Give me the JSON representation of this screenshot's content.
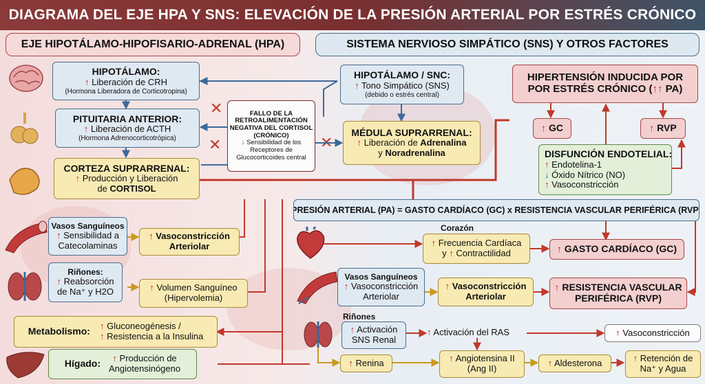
{
  "title": "DIAGRAMA DEL EJE HPA Y SNS: ELEVACIÓN DE LA PRESIÓN ARTERIAL POR ESTRÉS CRÓNICO",
  "hpa": {
    "header": "EJE HIPOTÁLAMO-HIPOFISARIO-ADRENAL (HPA)",
    "hipotalamo": {
      "title": "HIPOTÁLAMO:",
      "line1": "Liberación de CRH",
      "line2": "(Hormona Liberadora de Corticotropina)"
    },
    "pituitaria": {
      "title": "PITUITARIA ANTERIOR:",
      "line1": "Liberación de ACTH",
      "line2": "(Hormona Adrenocorticotrópica)"
    },
    "corteza": {
      "title": "CORTEZA SUPRARRENAL:",
      "line1": "Producción y Liberación",
      "line2a": "de ",
      "line2b": "CORTISOL"
    },
    "fallo": {
      "l1": "FALLO DE LA",
      "l2": "RETROALIMENTACIÓN",
      "l3": "NEGATIVA DEL CORTISOL",
      "l4": "(CRÓNICO)",
      "l5": "Sensibilidad de los",
      "l6": "Receptores de",
      "l7": "Glucocorticoides central"
    },
    "vasos": {
      "title": "Vasos Sanguíneos",
      "l1": "Sensibilidad a",
      "l2": "Catecolaminas"
    },
    "vaso_result": {
      "l1": "Vasoconstricción",
      "l2": "Arteriolar"
    },
    "rinones": {
      "title": "Riñones:",
      "l1": "Reabsorción",
      "l2": "de Na⁺ y H2O"
    },
    "volumen": {
      "l1": "Volumen Sanguíneo",
      "l2": "(Hipervolemia)"
    },
    "metab": {
      "title": "Metabolismo:",
      "l1": "Gluconeogénesis /",
      "l2": "Resistencia a la Insulina"
    },
    "higado": {
      "title": "Hígado:",
      "l1": "Producción de",
      "l2": "Angiotensinógeno"
    }
  },
  "sns": {
    "header": "SISTEMA NERVIOSO SIMPÁTICO (SNS) Y OTROS FACTORES",
    "hipo_snc": {
      "title": "HIPOTÁLAMO / SNC:",
      "l1": "Tono Simpático (SNS)",
      "l2": "(debido o estrés central)"
    },
    "medula": {
      "title": "MÉDULA SUPRARRENAL:",
      "l1a": "Liberación de ",
      "l1b": "Adrenalina",
      "l2a": "y ",
      "l2b": "Noradrenalina"
    },
    "hip_box": {
      "l1": "HIPERTENSIÓN INDUCIDA POR",
      "l2a": "POR ESTRÉS CRÓNICO (",
      "l2arrows": "↑↑",
      "l2b": " PA)"
    },
    "gc_small": "GC",
    "rvp_small": "RVP",
    "disf": {
      "title": "DISFUNCIÓN ENDOTELIAL:",
      "l1": "Endotelina-1",
      "l2": "Óxido Nítrico (NO)",
      "l3": "Vasoconstricción"
    },
    "formula": "PRESIÓN ARTERIAL (PA) = GASTO CARDÍACO (GC) x RESISTENCIA VASCULAR PERIFÉRICA (RVP)",
    "corazon_label": "Corazón",
    "frecuencia": {
      "l1": "Frecuencia Cardíaca",
      "l2a": "y ",
      "l2b": "Contractilidad"
    },
    "gasto": "GASTO CARDÍACO (GC)",
    "vasos2": {
      "title": "Vasos Sanguíneos",
      "l1": "Vasoconstricción",
      "l2": "Arteriolar"
    },
    "vaso2_result": {
      "l1": "Vasoconstricción",
      "l2": "Arteriolar"
    },
    "resistencia": {
      "l1": "RESISTENCIA VASCULAR",
      "l2": "PERIFÉRICA (RVP)"
    },
    "rinones_label": "Riñones",
    "activacion_sns": {
      "l1": "Activación",
      "l2": "SNS Renal"
    },
    "activacion_ras": "Activación del RAS",
    "vasoconstriccion": "Vasoconstricción",
    "renina": "Renina",
    "angiotensina": {
      "l1": "Angiotensina II",
      "l2": "(Ang II)"
    },
    "aldesterona": "Aldesterona",
    "retencion": {
      "l1": "Retención de",
      "l2": "Na⁺ y Agua"
    }
  },
  "colors": {
    "up_arrow": "#c0282a",
    "down_arrow": "#2d5ea8",
    "hpa_header": "#f6d9d9",
    "sns_header": "#dde8f0"
  }
}
